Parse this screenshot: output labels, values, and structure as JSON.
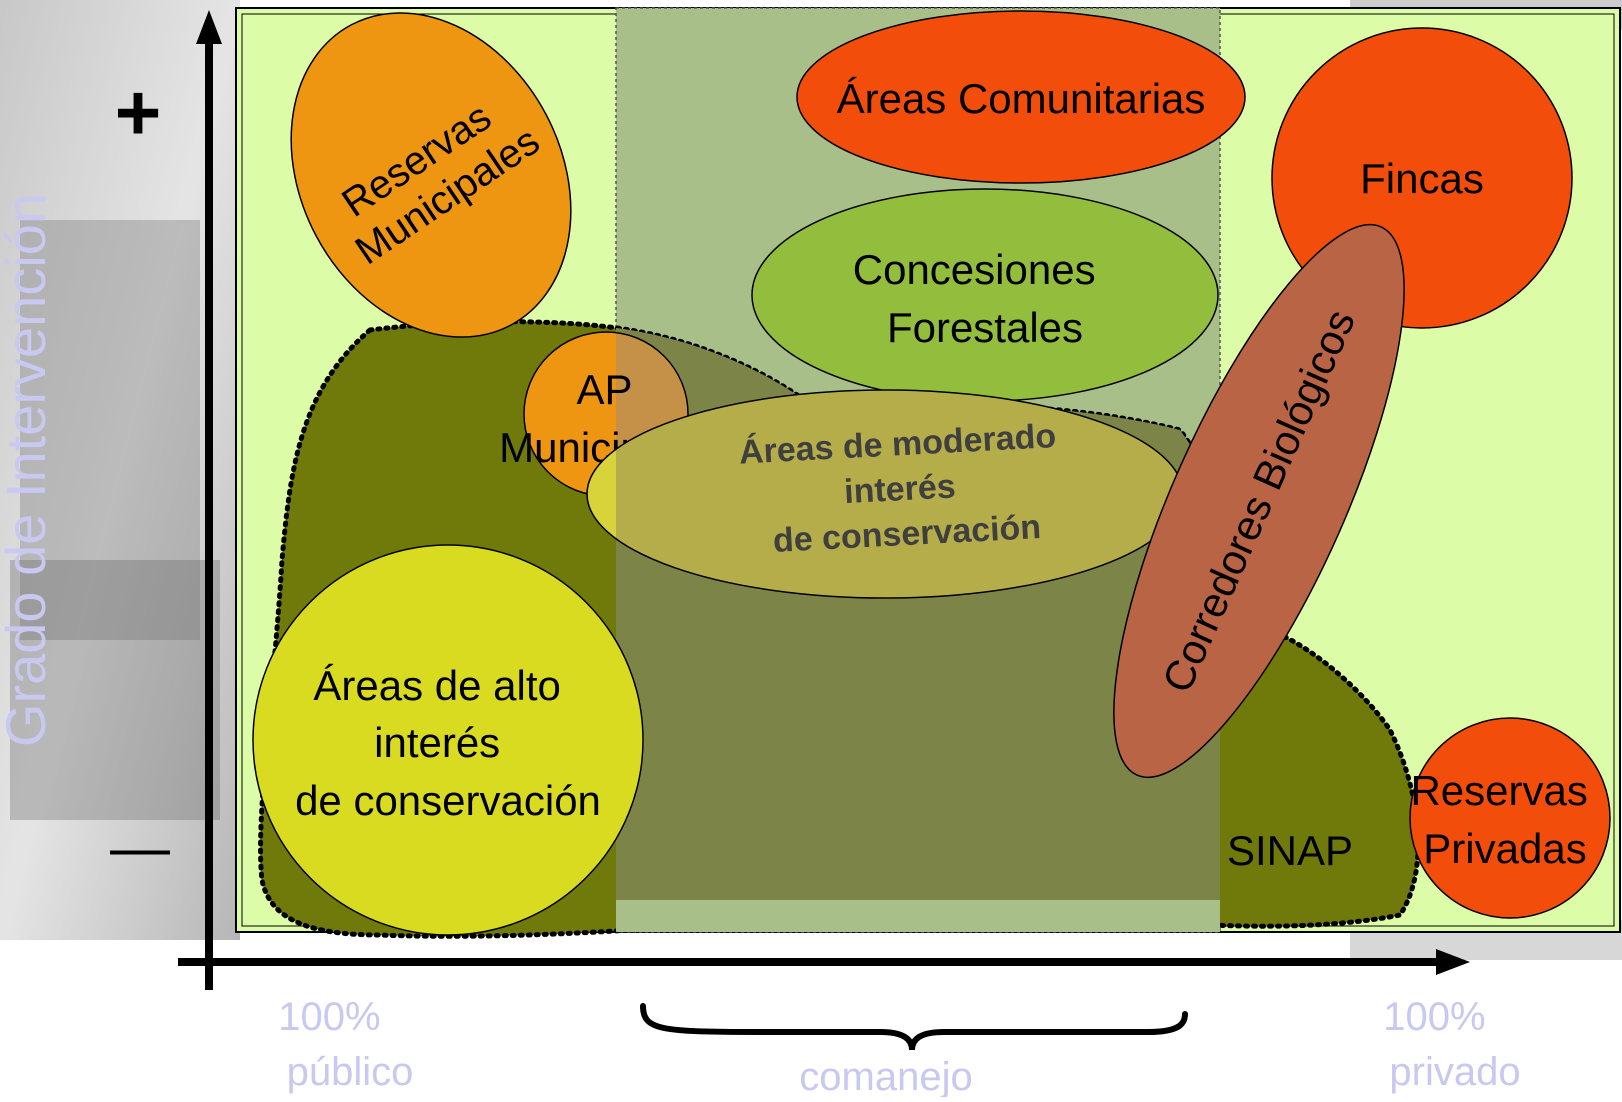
{
  "diagram": {
    "y_axis": {
      "label": "Grado de Intervención",
      "plus": "+",
      "minus": "—"
    },
    "x_axis": {
      "left_line1": "100%",
      "left_line2": "público",
      "center": "comanejo",
      "right_line1": "100%",
      "right_line2": "privado"
    },
    "regions": {
      "reservas_municipales": [
        "Reservas",
        "Municipales"
      ],
      "areas_comunitarias": "Áreas Comunitarias",
      "fincas": "Fincas",
      "concesiones_forestales": [
        "Concesiones",
        "Forestales"
      ],
      "ap_municipales": [
        "AP",
        "Municipales"
      ],
      "areas_moderado": [
        "Áreas de moderado",
        "interés",
        "de conservación"
      ],
      "corredores_biologicos": "Corredores Biológicos",
      "areas_alto": [
        "Áreas de alto",
        "interés",
        "de conservación"
      ],
      "sinap": "SINAP",
      "reservas_privadas": [
        "Reservas",
        "Privadas"
      ]
    },
    "colors": {
      "panel": "#ddfca8",
      "comanejo_band": "#a9bf8a",
      "sinap": "#6f7a0b",
      "orange": "#ee9511",
      "red_orange": "#f24d0a",
      "green_ellipse": "#93bd3c",
      "olive_ellipse": "#b4ad4a",
      "yellow": "#d8db20",
      "axis_label": "#c8c8f0"
    }
  }
}
